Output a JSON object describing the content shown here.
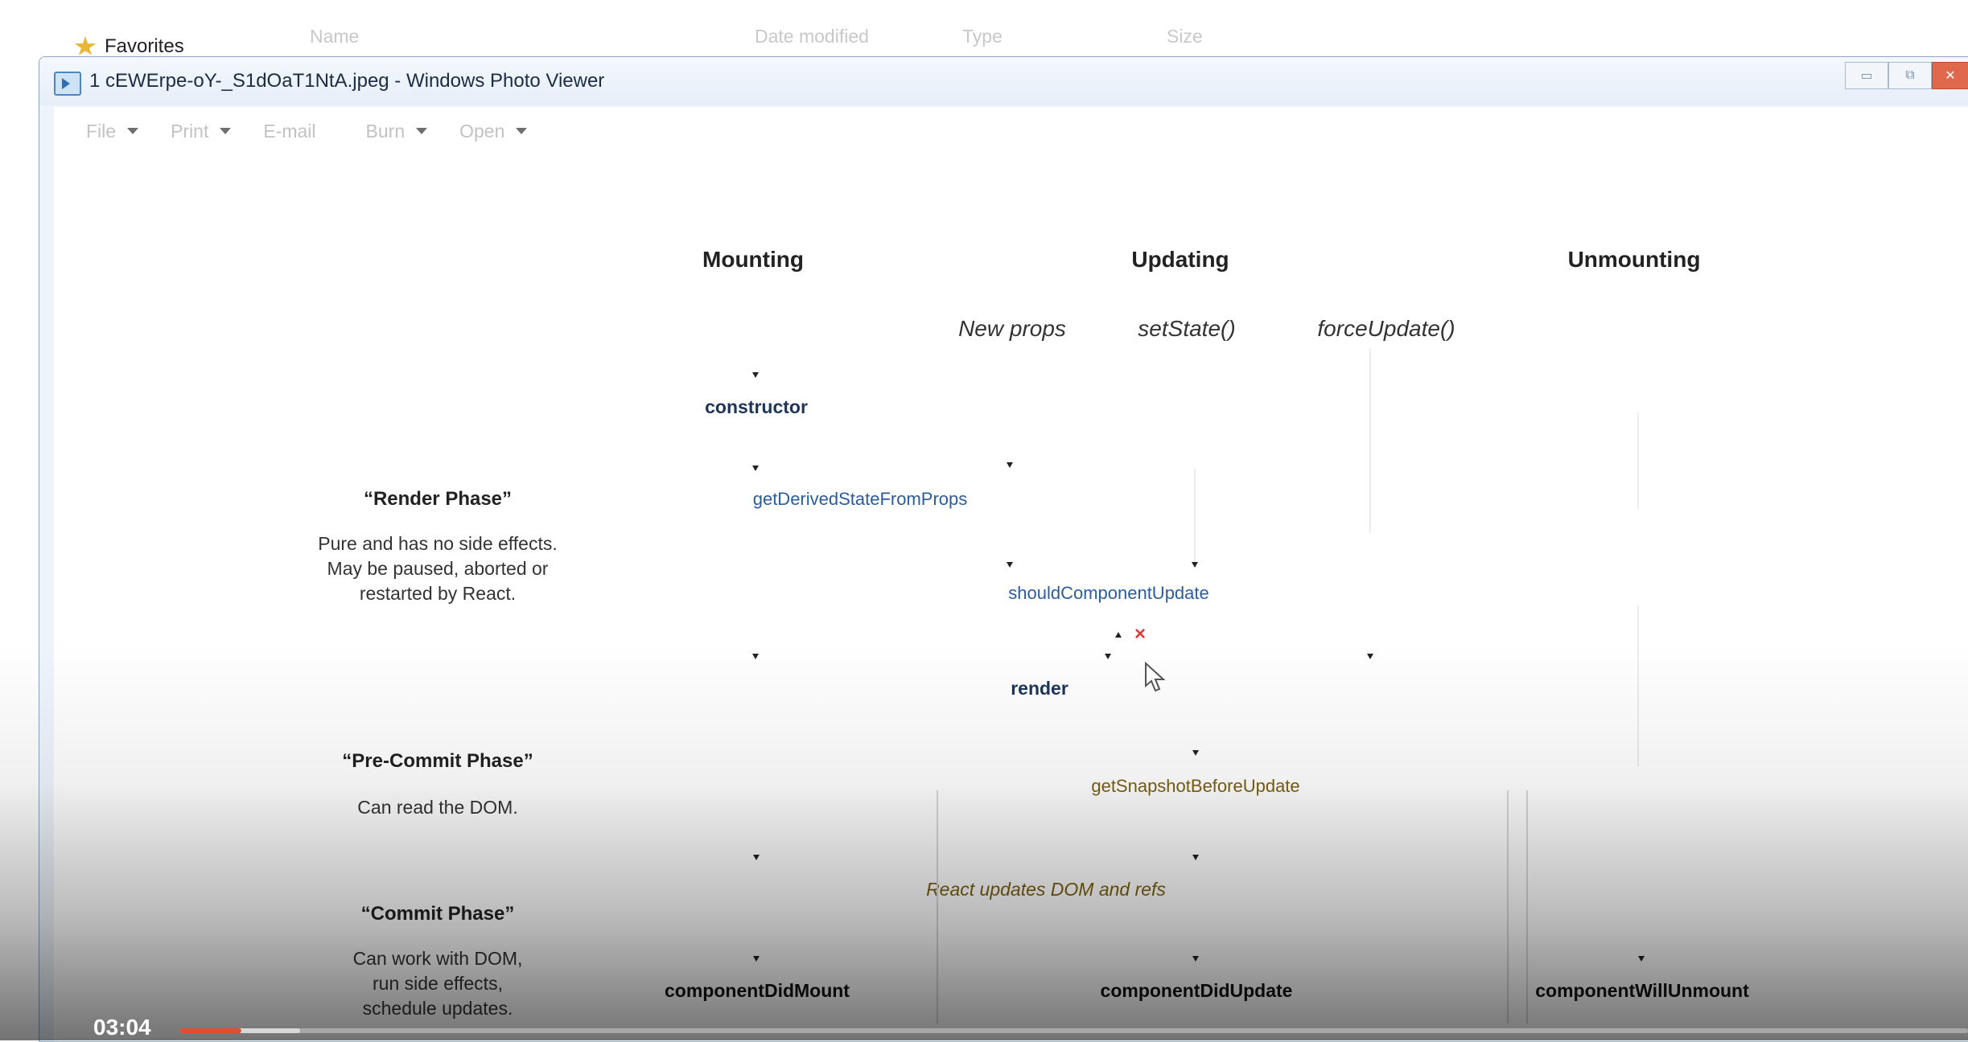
{
  "explorer": {
    "favorites_label": "Favorites",
    "columns": [
      "Name",
      "Date modified",
      "Type",
      "Size"
    ]
  },
  "viewer": {
    "title": "1 cEWErpe-oY-_S1dOaT1NtA.jpeg - Windows Photo Viewer",
    "menu": [
      {
        "label": "File",
        "has_dropdown": true
      },
      {
        "label": "Print",
        "has_dropdown": true
      },
      {
        "label": "E-mail",
        "has_dropdown": false
      },
      {
        "label": "Burn",
        "has_dropdown": true
      },
      {
        "label": "Open",
        "has_dropdown": true
      }
    ]
  },
  "diagram": {
    "columns": {
      "mounting": "Mounting",
      "updating": "Updating",
      "unmounting": "Unmounting"
    },
    "triggers": {
      "new_props": "New props",
      "set_state": "setState()",
      "force_update": "forceUpdate()"
    },
    "methods": {
      "constructor": "constructor",
      "gdsfp": "getDerivedStateFromProps",
      "scu": "shouldComponentUpdate",
      "render": "render",
      "gsbu": "getSnapshotBeforeUpdate",
      "react_updates": "React updates DOM and refs",
      "cdm": "componentDidMount",
      "cdu": "componentDidUpdate",
      "cwu": "componentWillUnmount"
    },
    "phases": {
      "render": {
        "title": "“Render Phase”",
        "lines": [
          "Pure and has no side effects.",
          "May be paused, aborted or",
          "restarted by React."
        ]
      },
      "precommit": {
        "title": "“Pre-Commit Phase”",
        "lines": [
          "Can read the DOM."
        ]
      },
      "commit": {
        "title": "“Commit Phase”",
        "lines": [
          "Can work with DOM,",
          "run side effects,",
          "schedule updates."
        ]
      }
    },
    "reject_mark": "×"
  },
  "video": {
    "current_time": "03:04",
    "played_fraction": 0.034,
    "buffered_fraction": 0.033,
    "colors": {
      "played": "#e54b2e"
    }
  }
}
